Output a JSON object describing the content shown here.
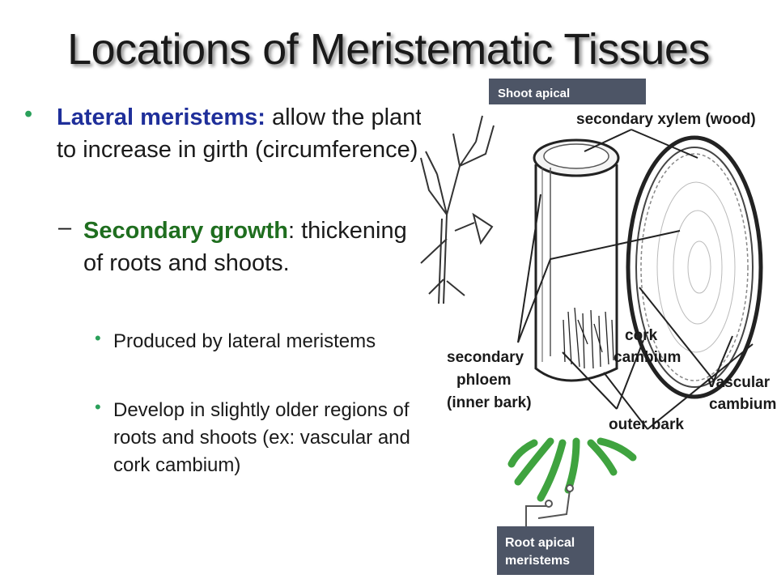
{
  "slide": {
    "title": "Locations of Meristematic Tissues",
    "bullet1_term": "Lateral meristems:",
    "bullet1_text": " allow the plant to increase in girth (circumference)",
    "sub1_term": "Secondary growth",
    "sub1_text": ": thickening of roots and shoots.",
    "subsub1": "Produced by lateral meristems",
    "subsub2": "Develop in slightly older regions of roots and shoots (ex: vascular and cork cambium)"
  },
  "diagram": {
    "shoot_label": "Shoot apical",
    "secondary_xylem": "secondary xylem (wood)",
    "cork": "cork",
    "cambium": "cambium",
    "secondary": "secondary",
    "phloem": "phloem",
    "inner_bark": "(inner bark)",
    "vascular": "vascular",
    "vascular_cambium": "cambium",
    "outer_bark": "outer bark",
    "root_line1": "Root apical",
    "root_line2": "meristems"
  },
  "colors": {
    "title_text": "#1a1a1a",
    "bullet_blue": "#1f2f9a",
    "bullet_green": "#1f6e1f",
    "label_box": "#4d5566",
    "root_green": "#3fa33f"
  }
}
